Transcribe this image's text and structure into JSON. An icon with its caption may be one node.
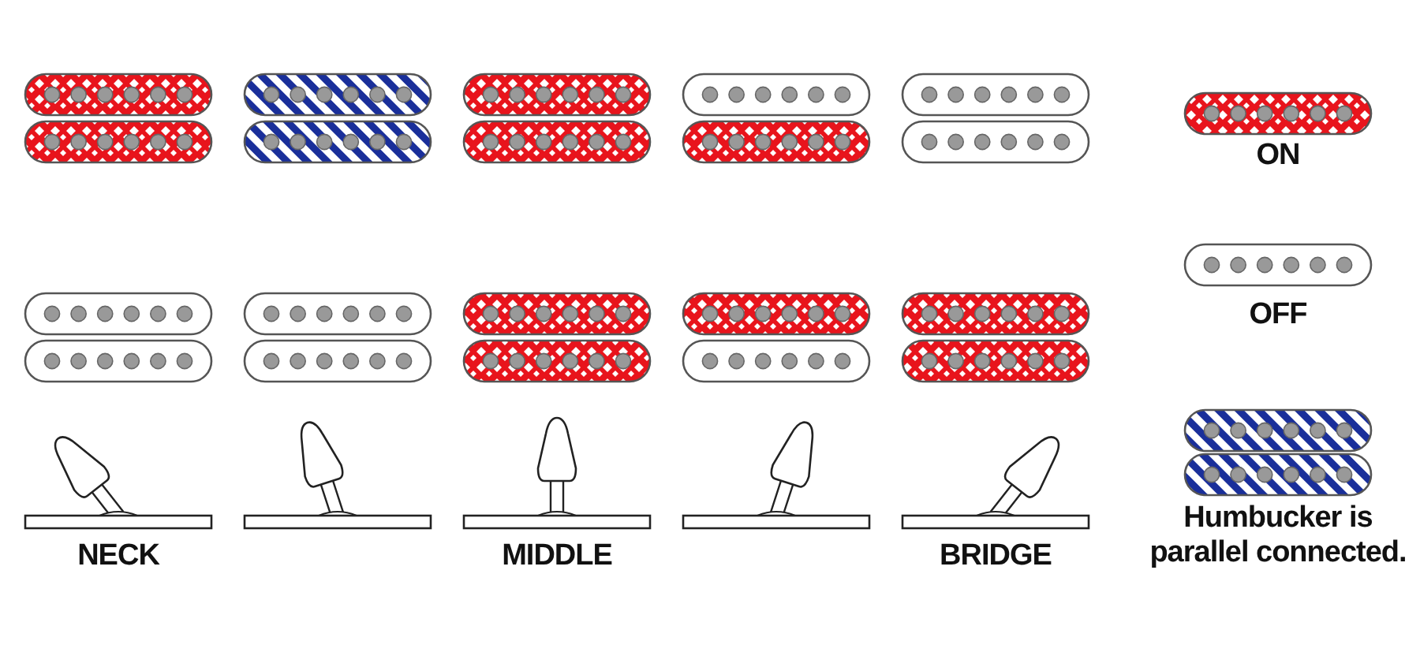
{
  "diagram": {
    "labels": [
      "NECK",
      "MIDDLE",
      "BRIDGE"
    ],
    "legend": [
      {
        "text": "ON"
      },
      {
        "text": "OFF"
      },
      {
        "text": "Humbucker is parallel connected."
      }
    ]
  }
}
